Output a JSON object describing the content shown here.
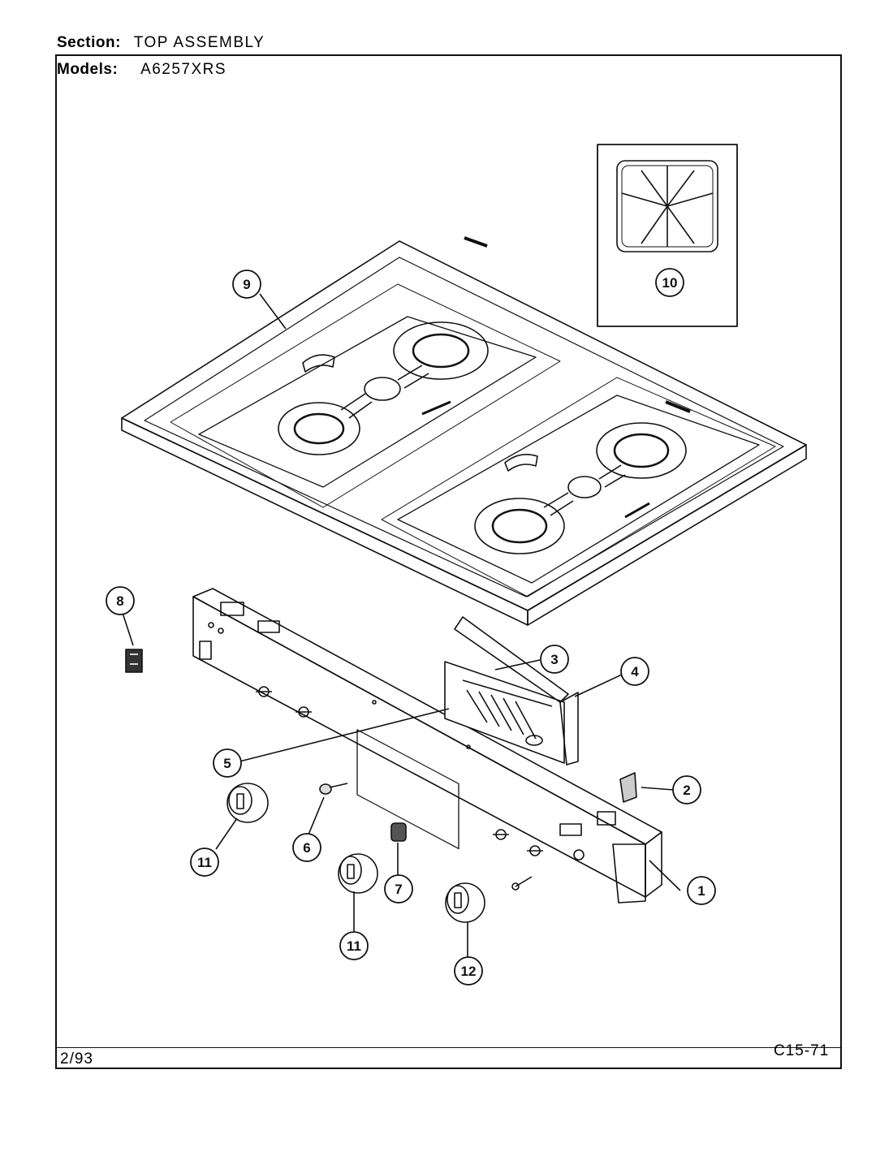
{
  "header": {
    "section_label": "Section:",
    "section_value": "TOP ASSEMBLY",
    "models_label": "Models:",
    "models_value": "A6257XRS"
  },
  "footer": {
    "date": "2/93",
    "page_code": "C15-71"
  },
  "callouts": [
    "1",
    "2",
    "3",
    "4",
    "5",
    "6",
    "7",
    "8",
    "9",
    "10",
    "11",
    "11",
    "12"
  ]
}
